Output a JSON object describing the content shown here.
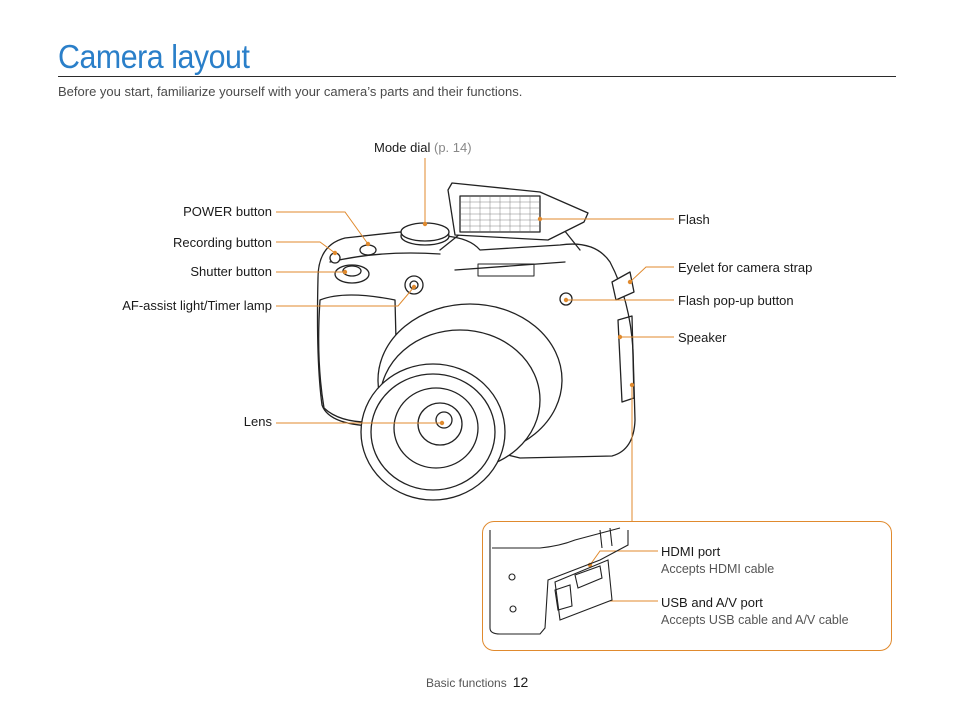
{
  "header": {
    "title": "Camera layout",
    "subtitle": "Before you start, familiarize yourself with your camera’s parts and their functions."
  },
  "callouts": {
    "mode_dial": "Mode dial",
    "mode_dial_ref": "(p. 14)",
    "power_button": "POWER button",
    "recording_button": "Recording button",
    "shutter_button": "Shutter button",
    "af_assist": "AF-assist light/Timer lamp",
    "lens": "Lens",
    "flash": "Flash",
    "eyelet": "Eyelet for camera strap",
    "flash_popup": "Flash pop-up button",
    "speaker": "Speaker"
  },
  "inset": {
    "hdmi_port": "HDMI port",
    "hdmi_desc": "Accepts HDMI cable",
    "usb_port": "USB and A/V port",
    "usb_desc": "Accepts USB cable and A/V cable"
  },
  "footer": {
    "section": "Basic functions",
    "page": "12"
  },
  "colors": {
    "accent": "#2a7fc9",
    "leader": "#e08a2e"
  }
}
